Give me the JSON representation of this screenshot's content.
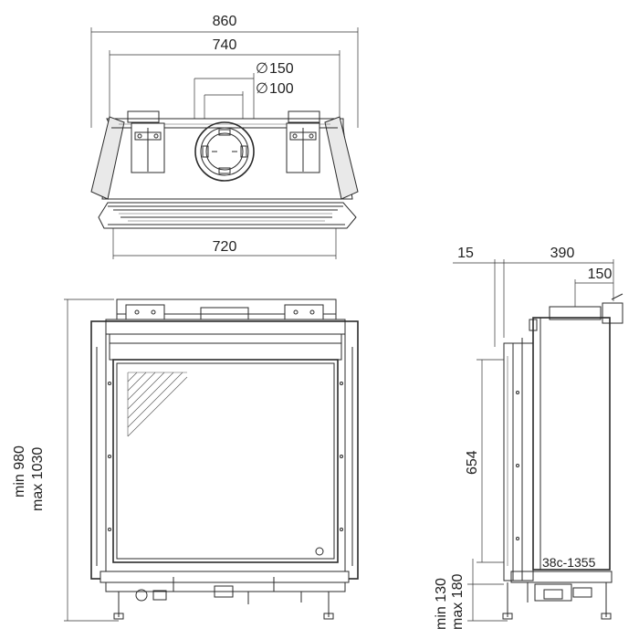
{
  "top_view": {
    "dim_overall_width": "860",
    "dim_inner_width": "740",
    "dim_flue_outer": "150",
    "dim_flue_inner": "100",
    "dim_base_width": "720",
    "diameter_symbol": "∅"
  },
  "front_view": {
    "dim_height_min": "min  980",
    "dim_height_max": "max 1030"
  },
  "side_view": {
    "dim_offset": "15",
    "dim_depth": "390",
    "dim_top_depth": "150",
    "dim_glass_height": "654",
    "dim_leg_min": "min  130",
    "dim_leg_max": "max  180",
    "model_code": "38c-1355"
  }
}
